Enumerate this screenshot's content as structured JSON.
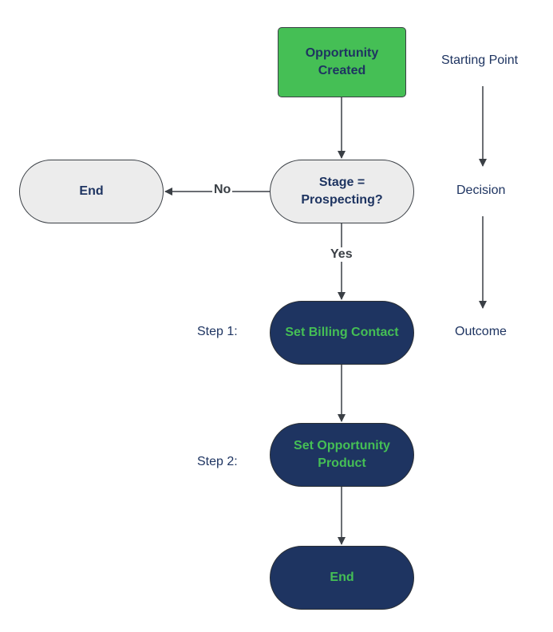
{
  "nodes": {
    "start": [
      "Opportunity",
      "Created"
    ],
    "decision": [
      "Stage =",
      "Prospecting?"
    ],
    "end_left": [
      "End"
    ],
    "step1": [
      "Set Billing Contact"
    ],
    "step2": [
      "Set Opportunity",
      "Product"
    ],
    "end_bottom": [
      "End"
    ]
  },
  "edge_labels": {
    "no": "No",
    "yes": "Yes"
  },
  "side_labels": {
    "starting_point": "Starting Point",
    "decision": "Decision",
    "outcome": "Outcome",
    "step1": "Step 1:",
    "step2": "Step 2:"
  },
  "colors": {
    "start_fill": "#45bf55",
    "decision_fill": "#ececec",
    "dark_fill": "#1e3461",
    "dark_text": "#45bf55",
    "label_text": "#1e3461",
    "connector": "#3a3f45"
  }
}
